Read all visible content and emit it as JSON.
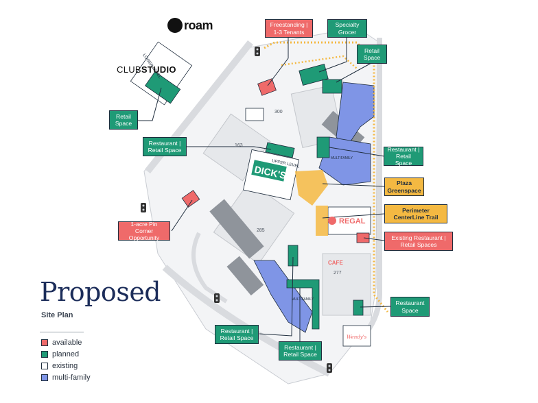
{
  "title": "Proposed",
  "subtitle": "Site Plan",
  "legend": [
    {
      "label": "available",
      "color": "#ef6a6a"
    },
    {
      "label": "planned",
      "color": "#1f9a76"
    },
    {
      "label": "existing",
      "color": "#ffffff"
    },
    {
      "label": "multi-family",
      "color": "#7f95e6"
    }
  ],
  "brands": {
    "roam": "roam",
    "club_studio_a": "CLUB",
    "club_studio_b": "STUDIO",
    "dicks": "DICK'S",
    "regal": "REGAL",
    "cafe": "CAFE",
    "wendys": "Wendy's"
  },
  "callouts": {
    "freestanding": [
      "Freestanding |",
      "1-3 Tenants"
    ],
    "specialty_grocer": [
      "Specialty",
      "Grocer"
    ],
    "retail_space_top": [
      "Retail",
      "Space"
    ],
    "retail_space_left": [
      "Retail",
      "Space"
    ],
    "restaurant_retail_mid": [
      "Restaurant |",
      "Retail Space"
    ],
    "restaurant_retail_right": [
      "Restaurant |",
      "Retail Space"
    ],
    "plaza_greenspace": [
      "Plaza",
      "Greenspace"
    ],
    "perimeter_trail": [
      "Perimeter",
      "CenterLine Trail"
    ],
    "pin_corner": [
      "1-acre Pin Corner",
      "Opportunity"
    ],
    "existing_restaurant": [
      "Existing Restaurant |",
      "Retail Spaces"
    ],
    "restaurant_space_right": [
      "Restaurant",
      "Space"
    ],
    "restaurant_retail_bottom1": [
      "Restaurant |",
      "Retail Space"
    ],
    "restaurant_retail_bottom2": [
      "Restaurant |",
      "Retail Space"
    ]
  },
  "map_labels": {
    "upper_level": "UPPER LEVEL",
    "lower_level": "LOWER LEVEL",
    "multifamily": "MULTIFAMILY",
    "parking_counts": [
      "300",
      "163",
      "285",
      "277"
    ]
  },
  "colors": {
    "planned": "#1f9a76",
    "available": "#ef6a6a",
    "feature": "#f4b942",
    "multifamily": "#7f95e6",
    "navy": "#1c2d5a",
    "road": "#d9dbdf"
  }
}
